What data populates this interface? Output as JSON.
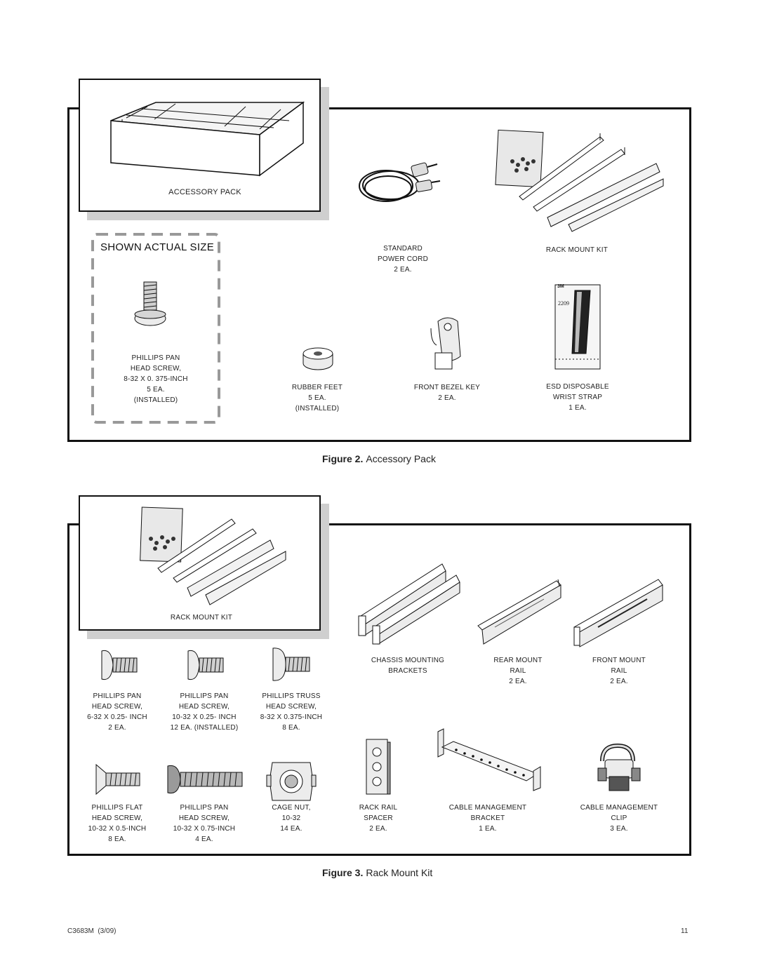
{
  "figure2": {
    "accessory_pack_label": "ACCESSORY PACK",
    "shown_actual_size": "SHOWN ACTUAL SIZE",
    "pan_screw": [
      "PHILLIPS PAN",
      "HEAD SCREW,",
      "8-32 X 0. 375-INCH",
      "5 EA.",
      "(INSTALLED)"
    ],
    "power_cord": [
      "STANDARD",
      "POWER CORD",
      "2 EA."
    ],
    "rack_mount_kit": [
      "RACK MOUNT KIT"
    ],
    "rubber_feet": [
      "RUBBER FEET",
      "5 EA.",
      "(INSTALLED)"
    ],
    "bezel_key": [
      "FRONT BEZEL KEY",
      "2 EA."
    ],
    "wrist_strap": [
      "ESD DISPOSABLE",
      "WRIST STRAP",
      "1 EA."
    ],
    "strap_brand": "3M",
    "strap_number": "2209",
    "caption_num": "Figure 2.",
    "caption_text": "Accessory Pack"
  },
  "figure3": {
    "rack_mount_kit_label": "RACK MOUNT KIT",
    "chassis_brackets": [
      "CHASSIS MOUNTING",
      "BRACKETS"
    ],
    "rear_rail": [
      "REAR MOUNT",
      "RAIL",
      "2 EA."
    ],
    "front_rail": [
      "FRONT MOUNT",
      "RAIL",
      "2 EA."
    ],
    "pan_632": [
      "PHILLIPS PAN",
      "HEAD SCREW,",
      "6-32 X 0.25- INCH",
      "2 EA."
    ],
    "pan_1032": [
      "PHILLIPS PAN",
      "HEAD SCREW,",
      "10-32 X 0.25- INCH",
      "12 EA. (INSTALLED)"
    ],
    "truss": [
      "PHILLIPS TRUSS",
      "HEAD SCREW,",
      "8-32 X 0.375-INCH",
      "8 EA."
    ],
    "flat": [
      "PHILLIPS FLAT",
      "HEAD SCREW,",
      "10-32 X 0.5-INCH",
      "8 EA."
    ],
    "pan_long": [
      "PHILLIPS PAN",
      "HEAD SCREW,",
      "10-32 X 0.75-INCH",
      "4 EA."
    ],
    "cage_nut": [
      "CAGE NUT,",
      "10-32",
      "14 EA."
    ],
    "spacer": [
      "RACK RAIL",
      "SPACER",
      "2 EA."
    ],
    "cable_bracket": [
      "CABLE MANAGEMENT",
      "BRACKET",
      "1 EA."
    ],
    "cable_clip": [
      "CABLE MANAGEMENT",
      "CLIP",
      "3 EA."
    ],
    "caption_num": "Figure 3.",
    "caption_text": "Rack Mount Kit"
  },
  "footer": {
    "doc_id": "C3683M  (3/09)",
    "page_number": "11"
  }
}
